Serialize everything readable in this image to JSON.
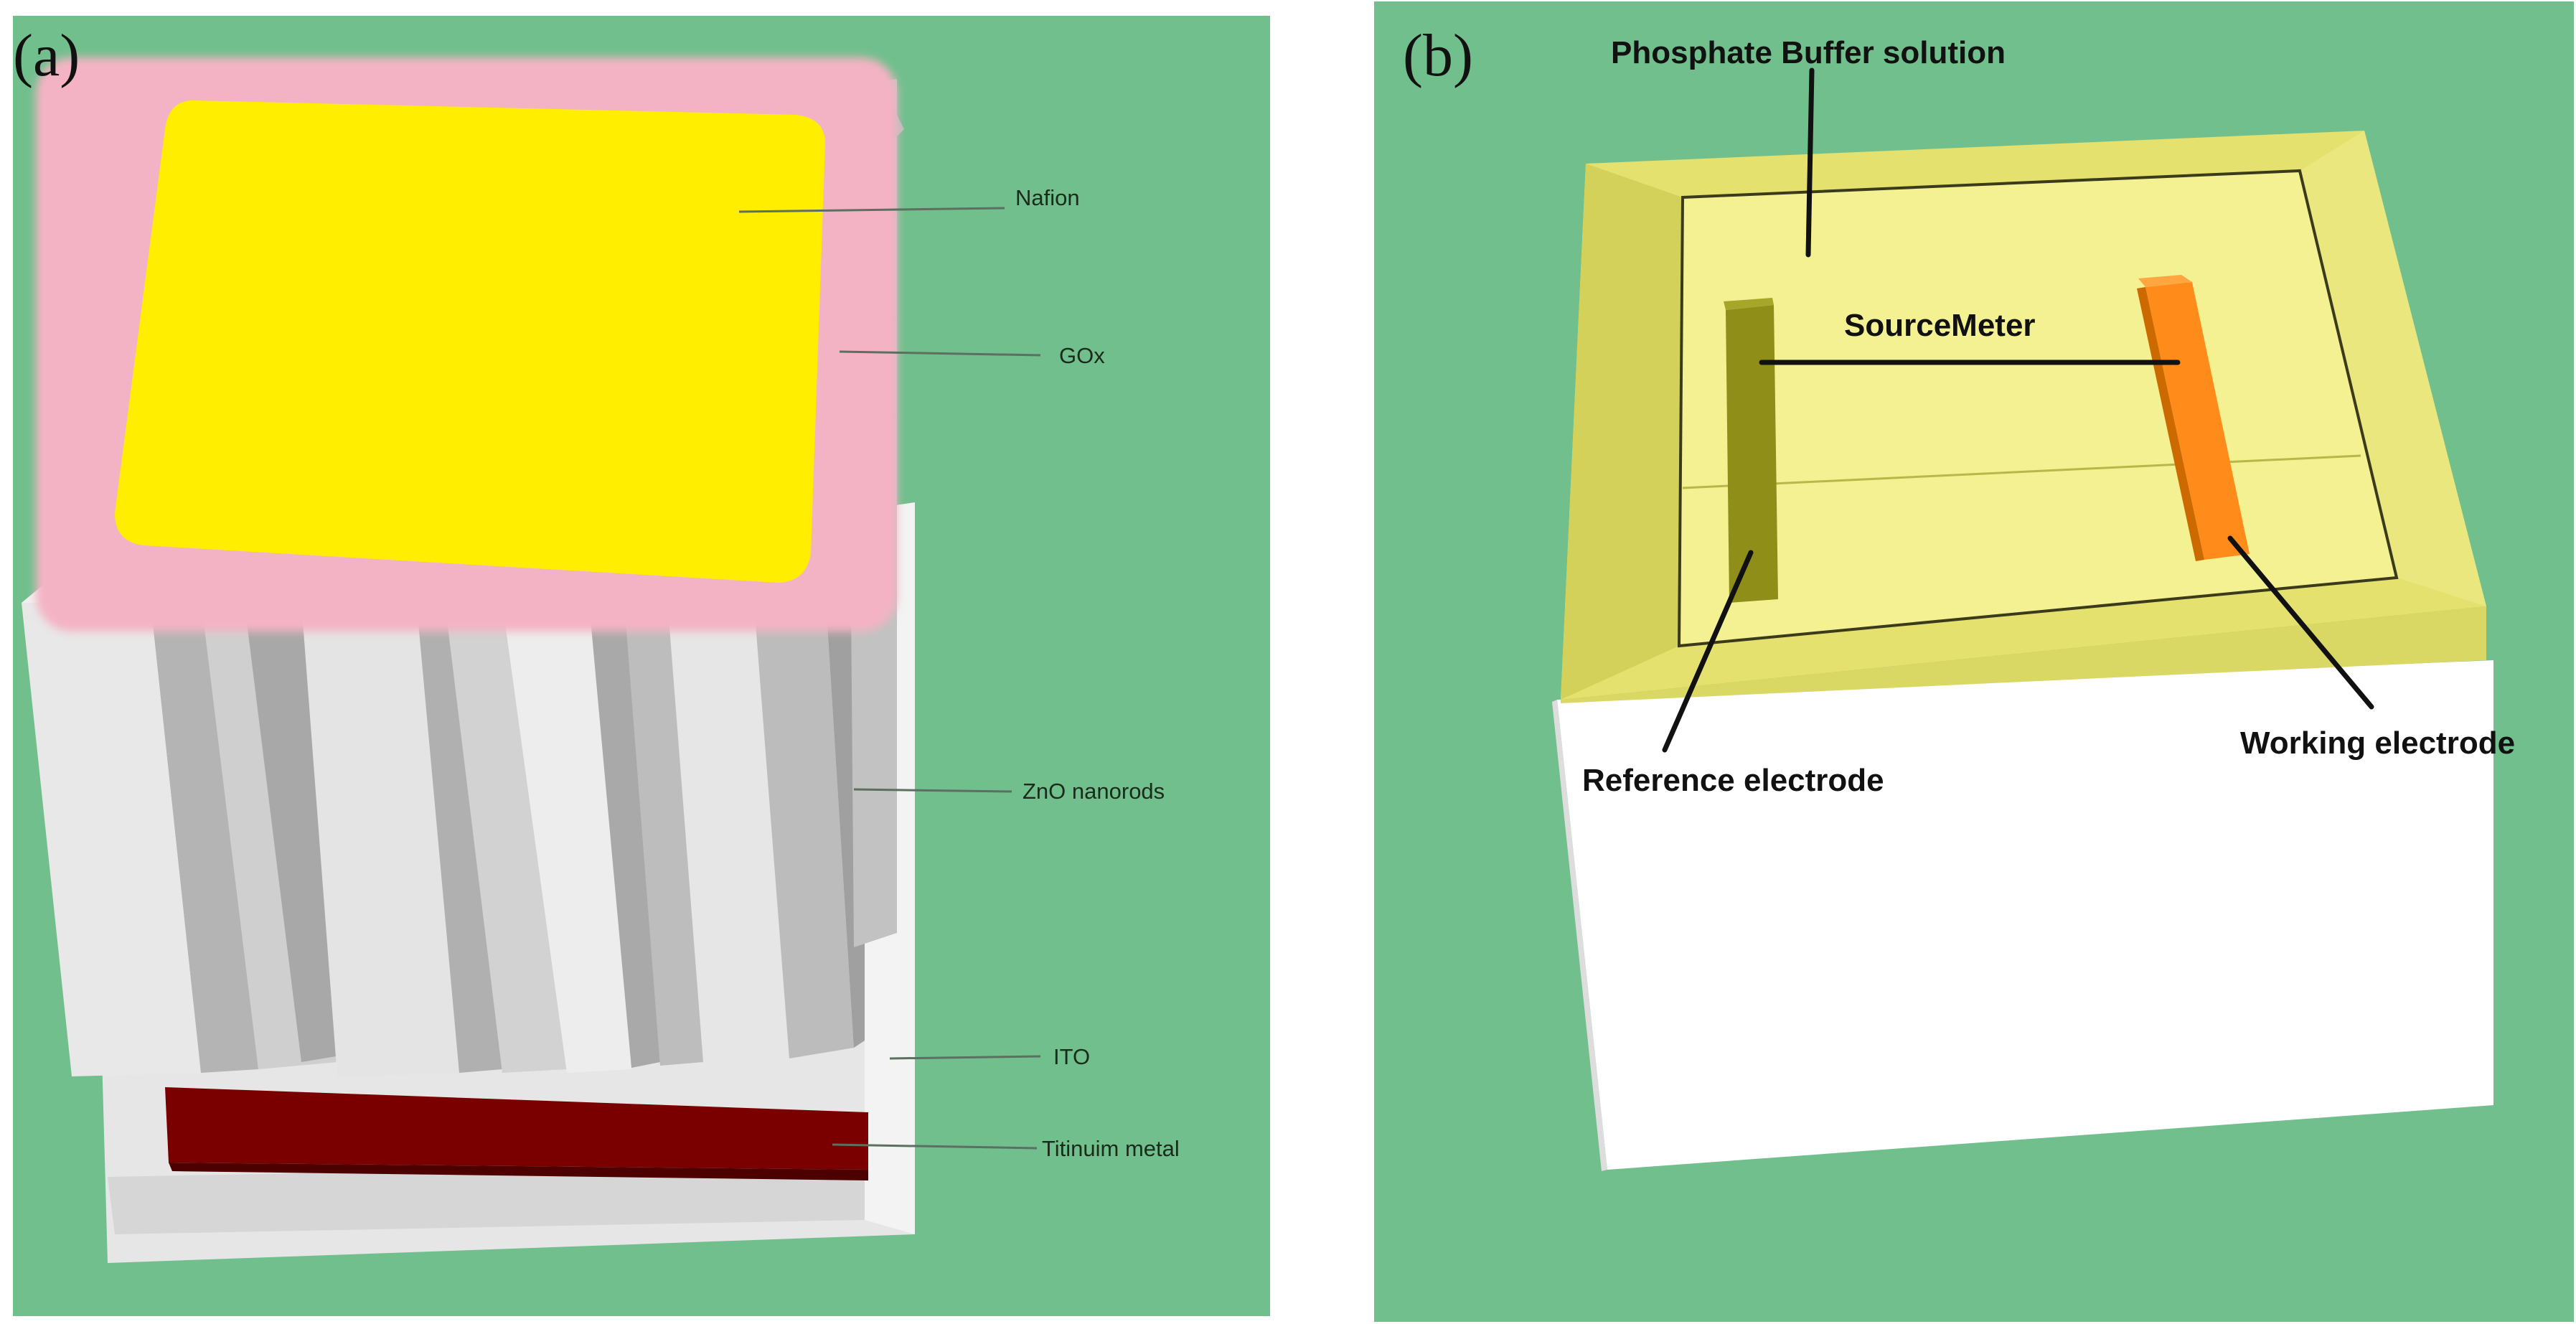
{
  "panel_a": {
    "letter": "(a)",
    "labels": {
      "nafion": "Nafion",
      "gox": "GOx",
      "zno": "ZnO nanorods",
      "ito": "ITO",
      "titanium": "Titinuim metal"
    }
  },
  "panel_b": {
    "letter": "(b)",
    "labels": {
      "buffer": "Phosphate Buffer solution",
      "sourcemeter": "SourceMeter",
      "reference": "Reference electrode",
      "working": "Working electrode"
    }
  },
  "colors": {
    "background": "#71bf8d",
    "nafion": "#ffee00",
    "gox": "#f4b3c4",
    "zno": "#dcdcdc",
    "ito": "#eeeeee",
    "titanium": "#7a0000",
    "buffer": "#f2f08a",
    "reference_electrode": "#8e8e18",
    "working_electrode": "#ff8c1a"
  }
}
